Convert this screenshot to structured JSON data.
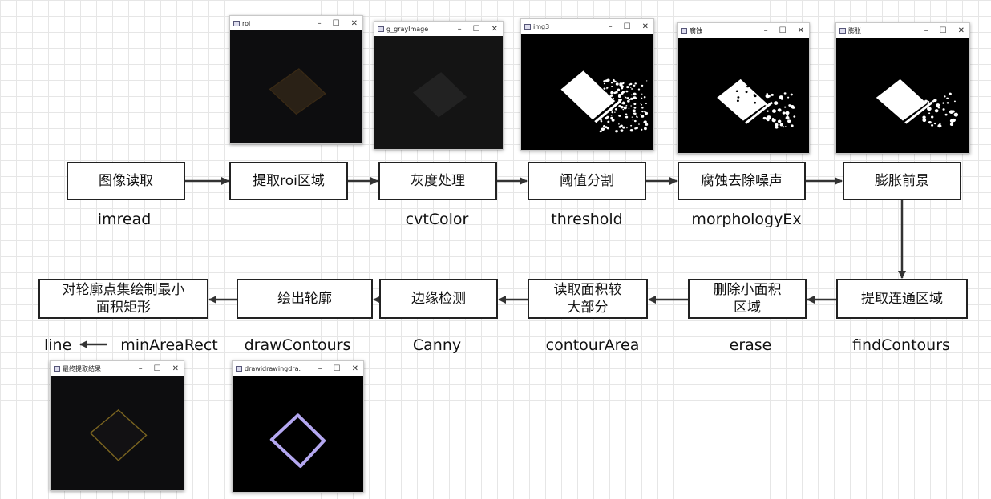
{
  "flow_top": [
    {
      "id": "b1",
      "label": [
        "图像读取"
      ],
      "fn": "imread"
    },
    {
      "id": "b2",
      "label": [
        "提取roi区域"
      ],
      "fn": ""
    },
    {
      "id": "b3",
      "label": [
        "灰度处理"
      ],
      "fn": "cvtColor"
    },
    {
      "id": "b4",
      "label": [
        "阈值分割"
      ],
      "fn": "threshold"
    },
    {
      "id": "b5",
      "label": [
        "腐蚀去除噪声"
      ],
      "fn": "morphologyEx"
    },
    {
      "id": "b6",
      "label": [
        "膨胀前景"
      ],
      "fn": ""
    }
  ],
  "flow_bottom": [
    {
      "id": "c1",
      "label": [
        "对轮廓点集绘制最小",
        "面积矩形"
      ],
      "fn": "minAreaRect"
    },
    {
      "id": "c2",
      "label": [
        "绘出轮廓"
      ],
      "fn": "drawContours"
    },
    {
      "id": "c3",
      "label": [
        "边缘检测"
      ],
      "fn": "Canny"
    },
    {
      "id": "c4",
      "label": [
        "读取面积较",
        "大部分"
      ],
      "fn": "contourArea"
    },
    {
      "id": "c5",
      "label": [
        "删除小面积",
        "区域"
      ],
      "fn": "erase"
    },
    {
      "id": "c6",
      "label": [
        "提取连通区域"
      ],
      "fn": "findContours"
    }
  ],
  "extra_label": "line",
  "windows": [
    {
      "id": "w_roi",
      "title": "roi",
      "kind": "roi"
    },
    {
      "id": "w_gray",
      "title": "g_grayImage",
      "kind": "gray"
    },
    {
      "id": "w_img3",
      "title": "img3",
      "kind": "thresh"
    },
    {
      "id": "w_erode",
      "title": "腐蚀",
      "kind": "erode"
    },
    {
      "id": "w_dilate",
      "title": "膨胀",
      "kind": "dilate"
    },
    {
      "id": "w_final",
      "title": "最终提取结果",
      "kind": "final"
    },
    {
      "id": "w_draw",
      "title": "drawidrawingdra...",
      "kind": "draw"
    }
  ],
  "window_controls": [
    "–",
    "☐",
    "✕"
  ],
  "colors": {
    "box_border": "#222222",
    "arrow": "#333333",
    "rect_outline": "#7a6420",
    "contour": "#b4a7f0"
  }
}
